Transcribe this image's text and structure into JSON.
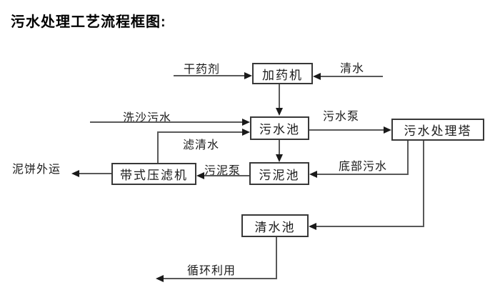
{
  "title": "污水处理工艺流程框图:",
  "nodes": {
    "dosing_machine": "加药机",
    "sewage_pool": "污水池",
    "treatment_tower": "污水处理塔",
    "sludge_pool": "污泥池",
    "belt_filter_press": "带式压滤机",
    "clear_water_pool": "清水池"
  },
  "edges": {
    "dry_agent": "干药剂",
    "clear_water": "清水",
    "sand_wash_sewage": "洗沙污水",
    "sewage_pump": "污水泵",
    "filtered_water": "滤清水",
    "sludge_pump": "污泥泵",
    "bottom_sewage": "底部污水",
    "mud_cake_out": "泥饼外运",
    "recycle": "循环利用"
  },
  "colors": {
    "background": "#ffffff",
    "box_border": "#383838",
    "line": "#595959",
    "arrow": "#1a1a1a",
    "text": "#111111"
  }
}
